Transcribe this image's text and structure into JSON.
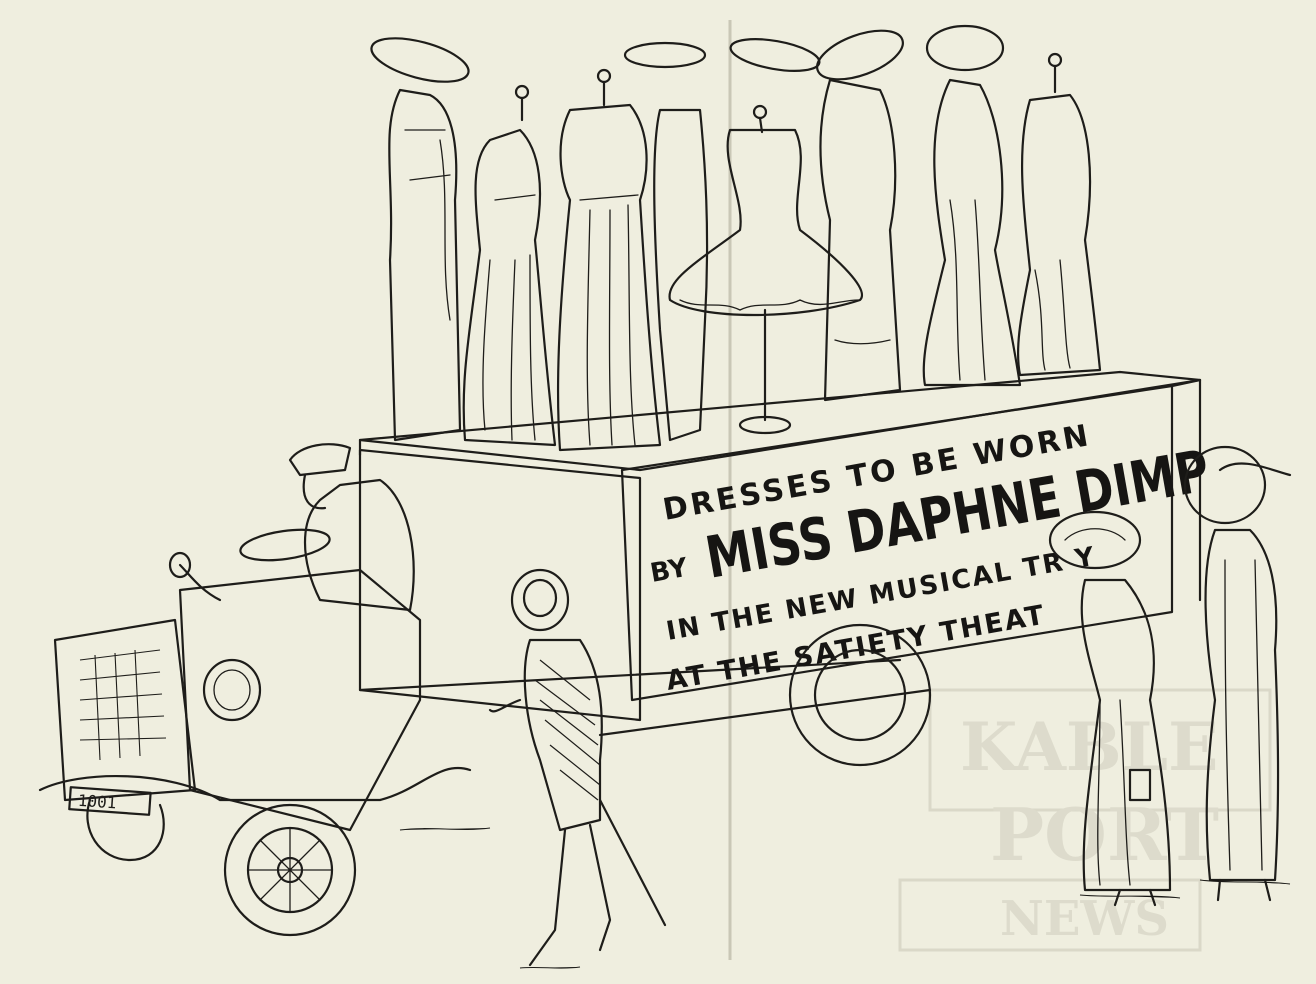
{
  "illustration": {
    "sign": {
      "line1": "DRESSES TO BE WORN",
      "line2_prefix": "BY",
      "line2_name": "MISS DAPHNE DIMP",
      "line3": "IN THE NEW MUSICAL TR     Y",
      "line4": "AT THE SATIETY THEAT"
    },
    "license_plate": "1001",
    "background_poster": {
      "line1": "KABLE",
      "line2": "PORT",
      "line3": "NEWS"
    }
  }
}
